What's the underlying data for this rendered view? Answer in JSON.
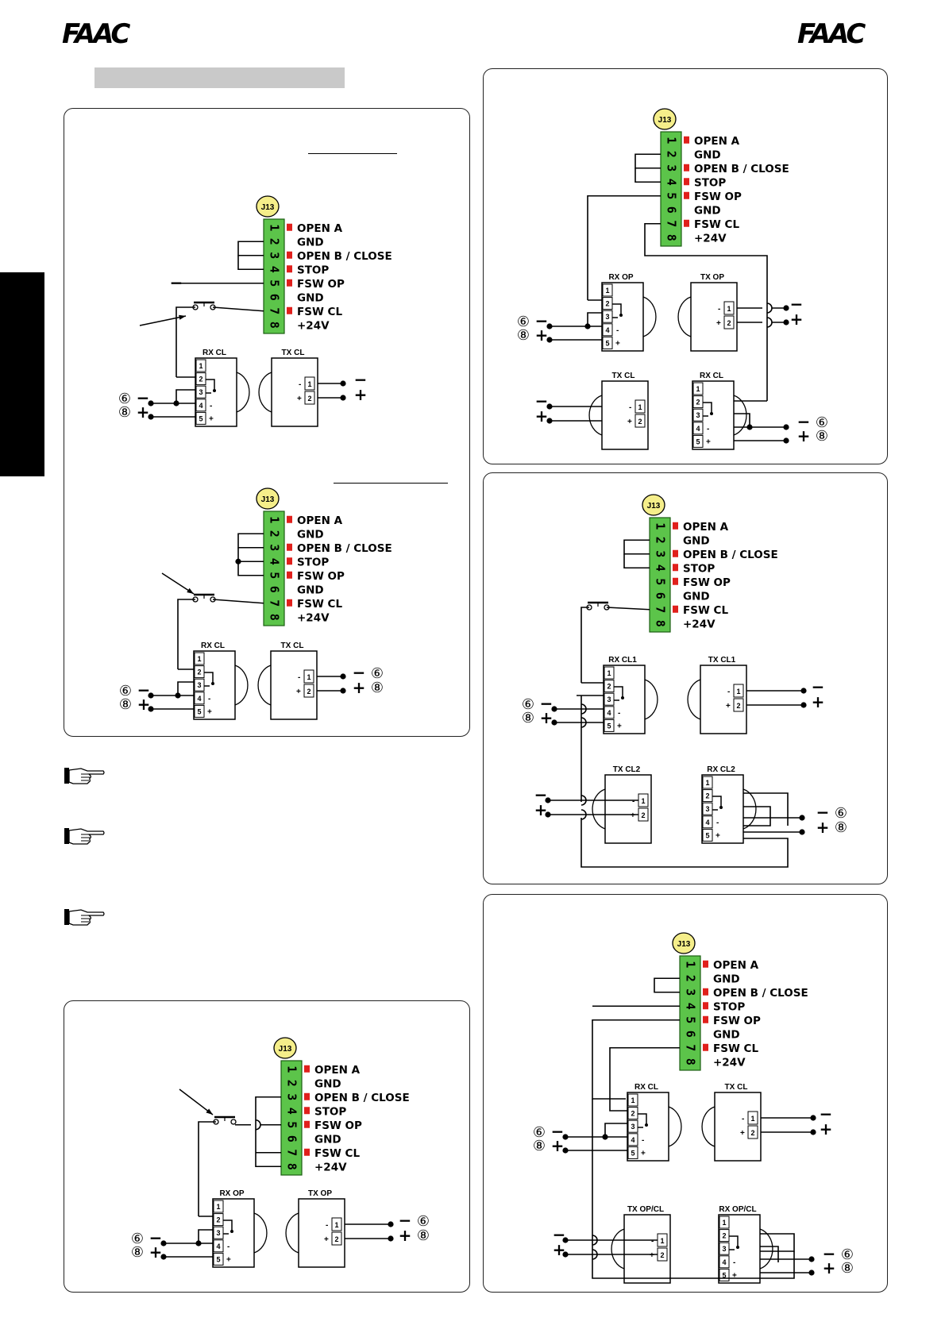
{
  "header": {
    "logo_left": "FAAC",
    "logo_right": "FAAC"
  },
  "terminal": {
    "name": "J13",
    "pins": [
      "1",
      "2",
      "3",
      "4",
      "5",
      "6",
      "7",
      "8"
    ],
    "labels": [
      "OPEN A",
      "GND",
      "OPEN B / CLOSE",
      "STOP",
      "FSW OP",
      "GND",
      "FSW CL",
      "+24V"
    ],
    "led_color": "#e0201c",
    "block_color": "#5cc44a",
    "badge_color": "#f5ee8a"
  },
  "devices": {
    "rx_cl": "RX CL",
    "tx_cl": "TX CL",
    "rx_op": "RX OP",
    "tx_op": "TX OP",
    "rx_cl1": "RX CL1",
    "tx_cl1": "TX CL1",
    "rx_cl2": "RX CL2",
    "tx_cl2": "TX CL2",
    "rx_opcl": "RX OP/CL",
    "tx_opcl": "TX OP/CL"
  },
  "rx_pins": [
    "1",
    "2",
    "3",
    "4",
    "5"
  ],
  "tx_pins": [
    "1",
    "2"
  ],
  "symbols": {
    "minus": "−",
    "plus": "+",
    "six": "⑥",
    "eight": "⑧",
    "dash": "-"
  },
  "icons": {
    "note": "pointing-hand-icon",
    "contact": "nc-contact-icon",
    "led": "red-led-icon"
  }
}
